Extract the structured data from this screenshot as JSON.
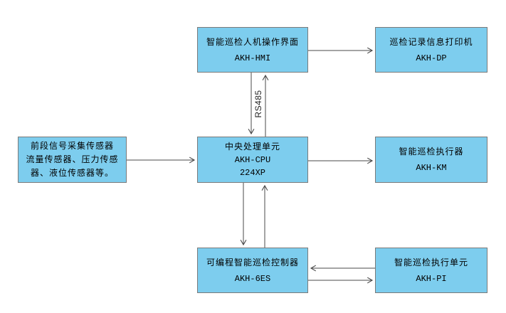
{
  "diagram": {
    "boxes": {
      "hmi": {
        "lines": [
          "智能巡检人机操作界面",
          "AKH-HMI"
        ]
      },
      "dp": {
        "lines": [
          "巡检记录信息打印机",
          "AKH-DP"
        ]
      },
      "sensors": {
        "lines": [
          "前段信号采集传感器",
          "流量传感器、压力传感",
          "器、液位传感器等。"
        ]
      },
      "cpu": {
        "lines": [
          "中央处理单元",
          "AKH-CPU",
          "224XP"
        ]
      },
      "km": {
        "lines": [
          "智能巡检执行器",
          "AKH-KM"
        ]
      },
      "plc": {
        "lines": [
          "可编程智能巡检控制器",
          "AKH-6ES"
        ]
      },
      "pi": {
        "lines": [
          "智能巡检执行单元",
          "AKH-PI"
        ]
      }
    },
    "bus_label": "RS485",
    "colors": {
      "box_fill": "#7dcdee",
      "box_border": "#7a7a7a",
      "arrow": "#4a4a4a",
      "text": "#000000"
    }
  }
}
